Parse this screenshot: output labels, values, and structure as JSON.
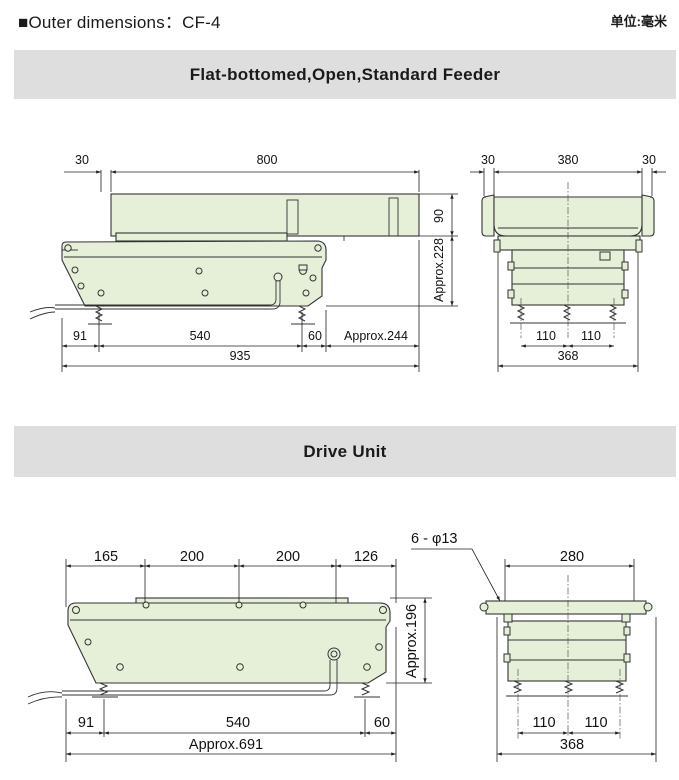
{
  "header": {
    "title": "■Outer dimensions：CF-4",
    "unit": "单位:毫米"
  },
  "section1": {
    "title": "Flat-bottomed,Open,Standard Feeder",
    "side": {
      "top_left": "30",
      "top_length": "800",
      "bowl_height": "90",
      "total_height": "Approx.228",
      "bottom_left": "91",
      "bottom_mid": "540",
      "bottom_right": "60",
      "bottom_extra": "Approx.244",
      "overall": "935"
    },
    "front": {
      "top_left": "30",
      "top_mid": "380",
      "top_right": "30",
      "bottom_left": "110",
      "bottom_right": "110",
      "overall": "368"
    }
  },
  "section2": {
    "title": "Drive Unit",
    "side": {
      "top_a": "165",
      "top_b": "200",
      "top_c": "200",
      "top_d": "126",
      "height": "Approx.196",
      "bottom_left": "91",
      "bottom_mid": "540",
      "bottom_right": "60",
      "overall": "Approx.691"
    },
    "front": {
      "holes": "6 - φ13",
      "top_width": "280",
      "bottom_left": "110",
      "bottom_right": "110",
      "overall": "368"
    }
  },
  "colors": {
    "band": "#dedede",
    "part_fill": "#e6efd8",
    "line": "#333333"
  }
}
